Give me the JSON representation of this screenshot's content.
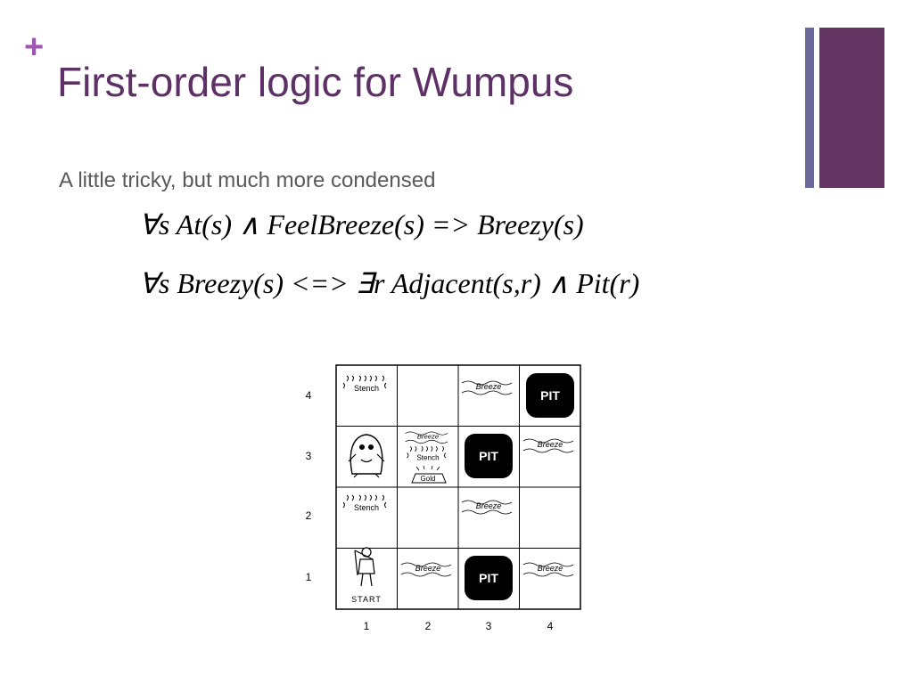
{
  "slide": {
    "plus_symbol": "+",
    "title": "First-order logic for Wumpus",
    "subtitle": "A little tricky, but much more condensed",
    "formula_1": "∀s At(s) ∧ FeelBreeze(s) => Breezy(s)",
    "formula_2": "∀s Breezy(s) <=> ∃r Adjacent(s,r) ∧ Pit(r)"
  },
  "world": {
    "row_labels": [
      "4",
      "3",
      "2",
      "1"
    ],
    "col_labels": [
      "1",
      "2",
      "3",
      "4"
    ],
    "pit_label": "PIT",
    "breeze_label": "Breeze",
    "stench_label": "Stench",
    "gold_label": "Gold",
    "start_label": "START",
    "icons": [
      "stench-icon",
      "breeze-icon",
      "pit-icon",
      "wumpus-icon",
      "gold-icon",
      "agent-icon"
    ]
  },
  "colors": {
    "plus": "#a054b4",
    "title": "#5e3166",
    "subtitle": "#595959",
    "accent_thin": "#6c6a9c",
    "accent_thick": "#633462",
    "pit": "#000000",
    "grid_line": "#000000"
  }
}
